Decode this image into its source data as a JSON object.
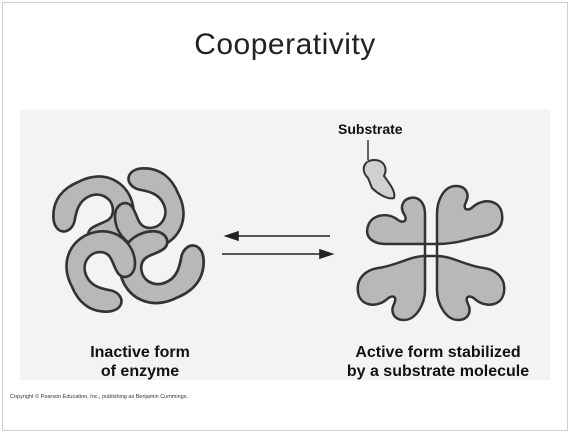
{
  "slide": {
    "title": "Cooperativity",
    "copyright": "Copyright © Pearson Education, Inc., publishing as Benjamin Cummings."
  },
  "diagram": {
    "inactive_label_line1": "Inactive form",
    "inactive_label_line2": "of enzyme",
    "active_label_line1": "Active form stabilized",
    "active_label_line2": "by a substrate molecule",
    "substrate_label": "Substrate",
    "colors": {
      "subunit_fill": "#b8b8b8",
      "outline": "#333333",
      "background_ghost": "#ececec"
    }
  }
}
